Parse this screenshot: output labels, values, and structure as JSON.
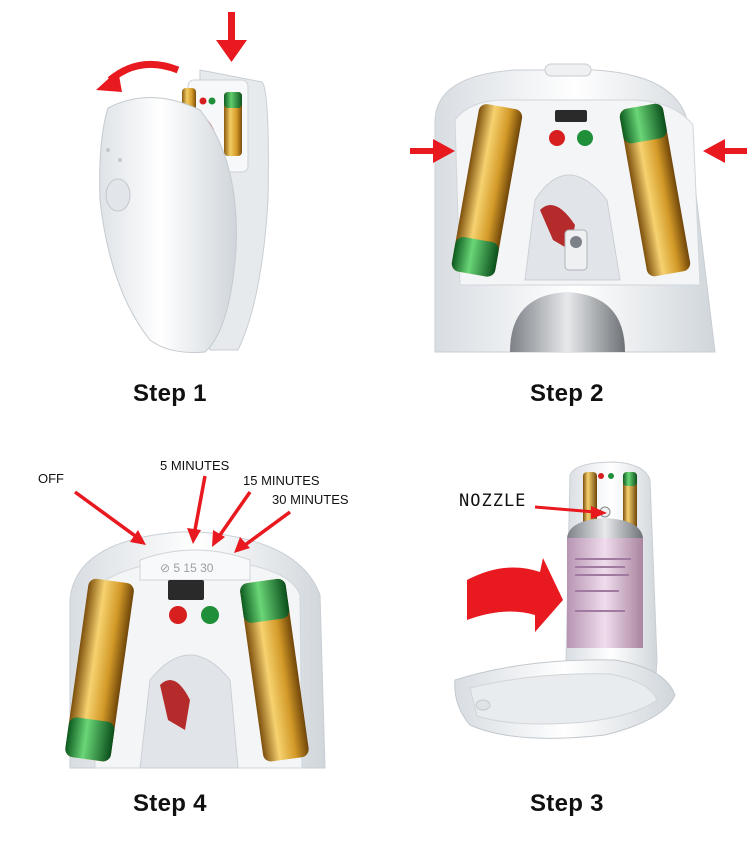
{
  "steps": {
    "step1": {
      "caption": "Step 1"
    },
    "step2": {
      "caption": "Step 2"
    },
    "step3": {
      "caption": "Step 3",
      "nozzle_label": "NOZZLE"
    },
    "step4": {
      "caption": "Step 4",
      "settings": {
        "off": "OFF",
        "five": "5 MINUTES",
        "fifteen": "15 MINUTES",
        "thirty": "30 MINUTES"
      }
    }
  },
  "colors": {
    "arrow": "#e8191f",
    "device_white": "#f2f4f6",
    "battery_gold": "#d9a631",
    "battery_green": "#2e9a44",
    "led_red": "#d81f1f",
    "led_green": "#1f8f3a",
    "can_pink": "#d7b7d3"
  },
  "icons": [
    "arrow-down-icon",
    "rotate-arrow-icon",
    "arrow-right-icon",
    "arrow-left-icon",
    "big-arrow-icon"
  ]
}
